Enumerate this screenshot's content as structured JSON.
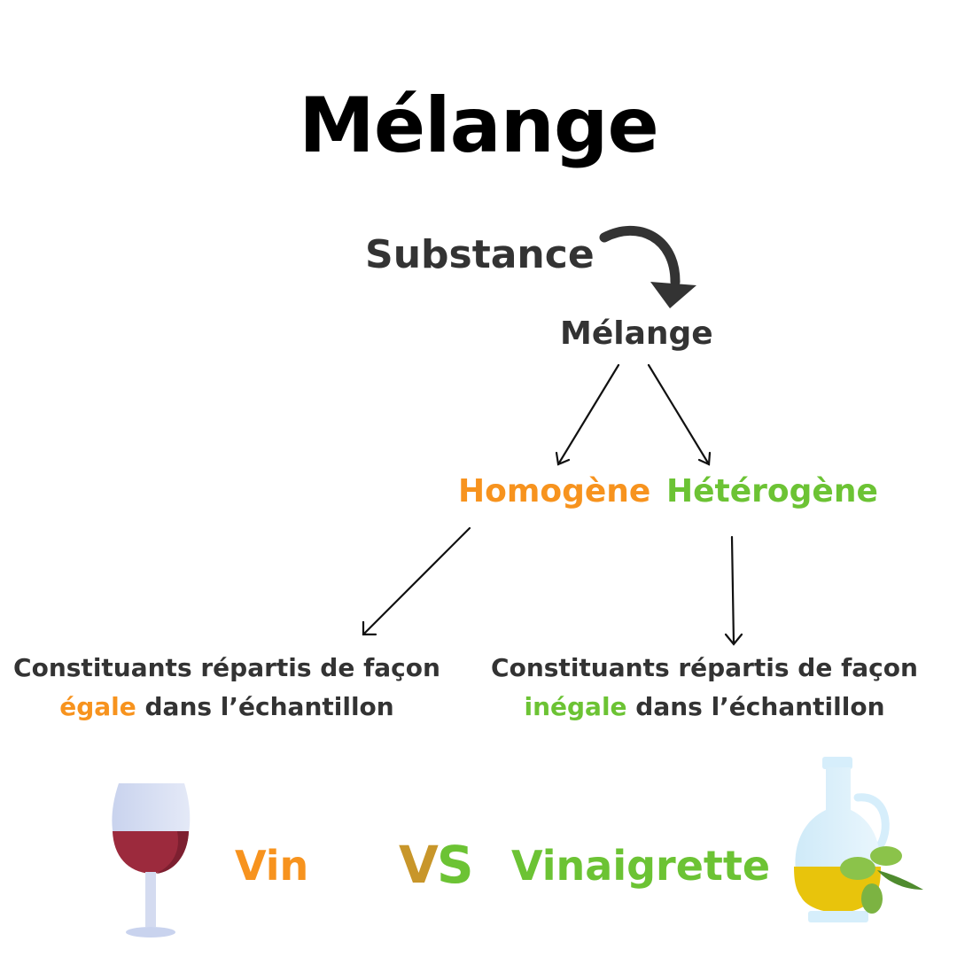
{
  "title": "Mélange",
  "diagram": {
    "substance": "Substance",
    "melange": "Mélange",
    "homogene": "Homogène",
    "heterogene": "Hétérogène"
  },
  "descriptions": {
    "left": {
      "line1": "Constituants répartis de façon",
      "highlight": "égale",
      "rest": " dans l’échantillon"
    },
    "right": {
      "line1": "Constituants répartis de façon",
      "highlight": "inégale",
      "rest": " dans l’échantillon"
    }
  },
  "comparison": {
    "left": "Vin",
    "vs_v": "V",
    "vs_s": "S",
    "right": "Vinaigrette",
    "left_icon": "wine-glass-icon",
    "right_icon": "olive-oil-jar-icon"
  },
  "colors": {
    "homogene": "#f7931e",
    "heterogene": "#6cc334",
    "text": "#333333",
    "wine": "#9c2a3d",
    "oil": "#e8c40c"
  }
}
